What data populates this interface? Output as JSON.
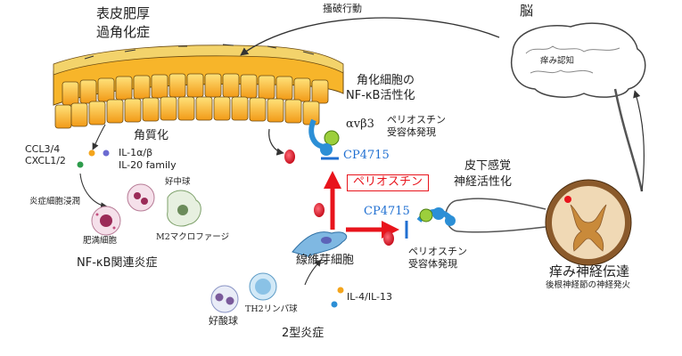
{
  "labels": {
    "epidermis_title_1": "表皮肥厚",
    "epidermis_title_2": "過角化症",
    "scratching": "搔破行動",
    "brain": "脳",
    "itch_cognition": "痒み認知",
    "keratinocyte_1": "角化細胞の",
    "keratinocyte_2": "NF-κB活性化",
    "alpha_beta": "αvβ3",
    "periostin_receptor_expr_1": "ペリオスチン",
    "periostin_receptor_expr_2": "受容体発現",
    "keratinization": "角質化",
    "ccl": "CCL3/4",
    "cxcl": "CXCL1/2",
    "il1": "IL-1α/β",
    "il20": "IL-20 family",
    "neutrophil": "好中球",
    "inflammatory_infiltration": "炎症細胞浸潤",
    "mast_cell": "肥満細胞",
    "m2_macrophage": "M2マクロファージ",
    "nfkb_inflammation": "NF-κB関連炎症",
    "cp4715_top": "CP4715",
    "periostin": "ペリオスチン",
    "cp4715_right": "CP4715",
    "subcutaneous_1": "皮下感覚",
    "subcutaneous_2": "神経活性化",
    "periostin_receptor_expr_b1": "ペリオスチン",
    "periostin_receptor_expr_b2": "受容体発現",
    "fibroblast": "線維芽細胞",
    "itch_transmission": "痒み神経伝達",
    "dorsal_root": "後根神経節の神経発火",
    "eosinophil": "好酸球",
    "th2": "TH2リンパ球",
    "il4_13": "IL-4/IL-13",
    "type2": "2型炎症"
  },
  "colors": {
    "accent_red": "#e8141c",
    "accent_blue": "#1f6fd1",
    "cell_orange": "#f4a51c",
    "cell_yellow": "#ffd54a"
  }
}
